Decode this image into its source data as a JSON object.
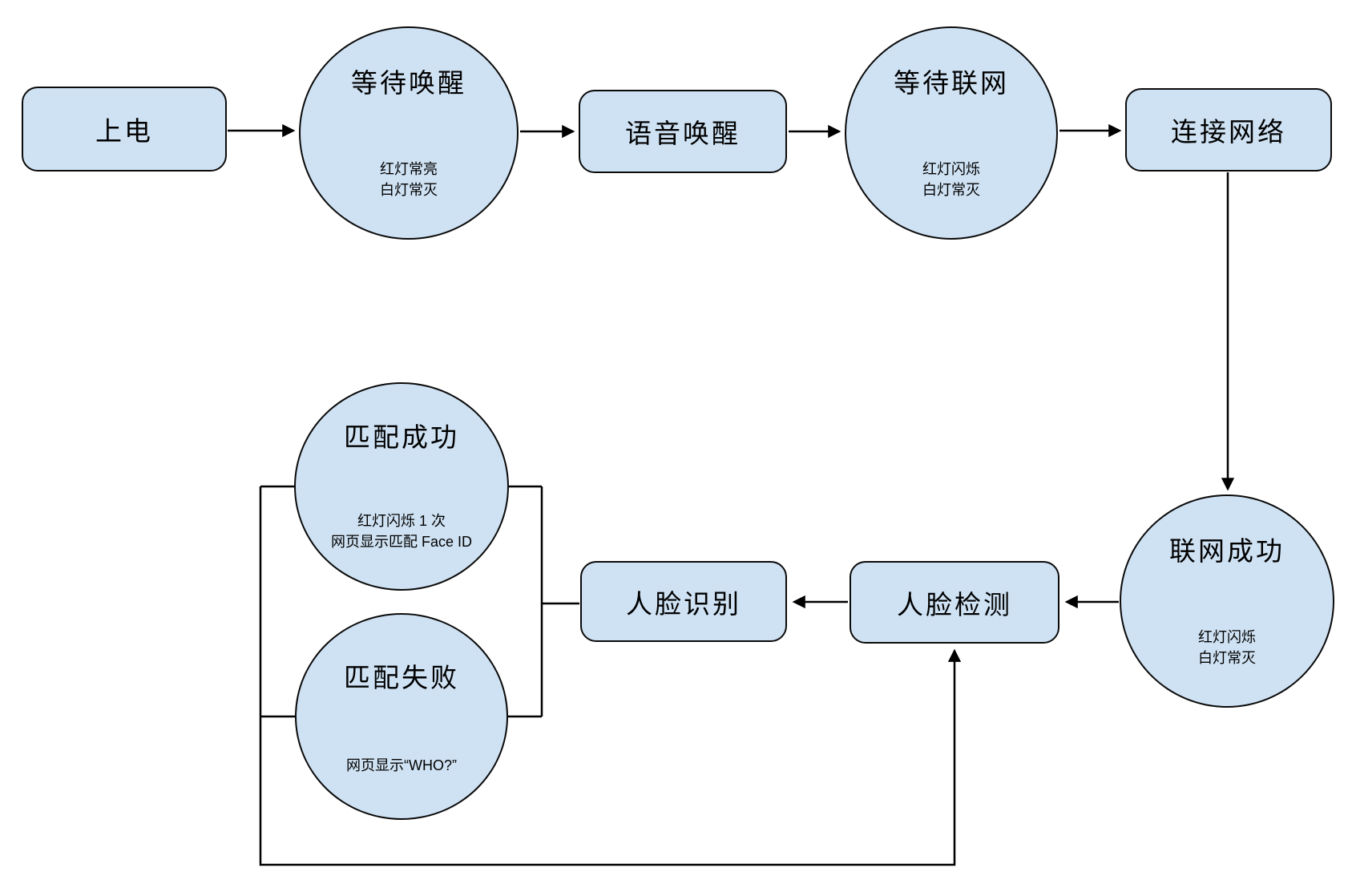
{
  "colors": {
    "node_fill": "#cfe2f3",
    "node_border": "#0a0a0a",
    "connector": "#000000",
    "background": "#ffffff"
  },
  "nodes": {
    "power_on": {
      "label": "上电"
    },
    "wait_wake": {
      "label": "等待唤醒",
      "notes": [
        "红灯常亮",
        "白灯常灭"
      ]
    },
    "voice_wake": {
      "label": "语音唤醒"
    },
    "wait_network": {
      "label": "等待联网",
      "notes": [
        "红灯闪烁",
        "白灯常灭"
      ]
    },
    "connect_network": {
      "label": "连接网络"
    },
    "network_success": {
      "label": "联网成功",
      "notes": [
        "红灯闪烁",
        "白灯常灭"
      ]
    },
    "face_detect": {
      "label": "人脸检测"
    },
    "face_recognize": {
      "label": "人脸识别"
    },
    "match_success": {
      "label": "匹配成功",
      "notes": [
        "红灯闪烁 1 次",
        "网页显示匹配 Face ID"
      ]
    },
    "match_fail": {
      "label": "匹配失败",
      "notes": [
        "网页显示“WHO?”"
      ]
    }
  },
  "edges": [
    {
      "from": "power_on",
      "to": "wait_wake",
      "arrow": true
    },
    {
      "from": "wait_wake",
      "to": "voice_wake",
      "arrow": true
    },
    {
      "from": "voice_wake",
      "to": "wait_network",
      "arrow": true
    },
    {
      "from": "wait_network",
      "to": "connect_network",
      "arrow": true
    },
    {
      "from": "connect_network",
      "to": "network_success",
      "arrow": true
    },
    {
      "from": "network_success",
      "to": "face_detect",
      "arrow": true
    },
    {
      "from": "face_detect",
      "to": "face_recognize",
      "arrow": true
    },
    {
      "from": "face_recognize",
      "to": "match_success",
      "arrow": false
    },
    {
      "from": "face_recognize",
      "to": "match_fail",
      "arrow": false
    },
    {
      "from": "match_success",
      "to": "face_detect",
      "arrow": true
    },
    {
      "from": "match_fail",
      "to": "face_detect",
      "arrow": true
    }
  ]
}
